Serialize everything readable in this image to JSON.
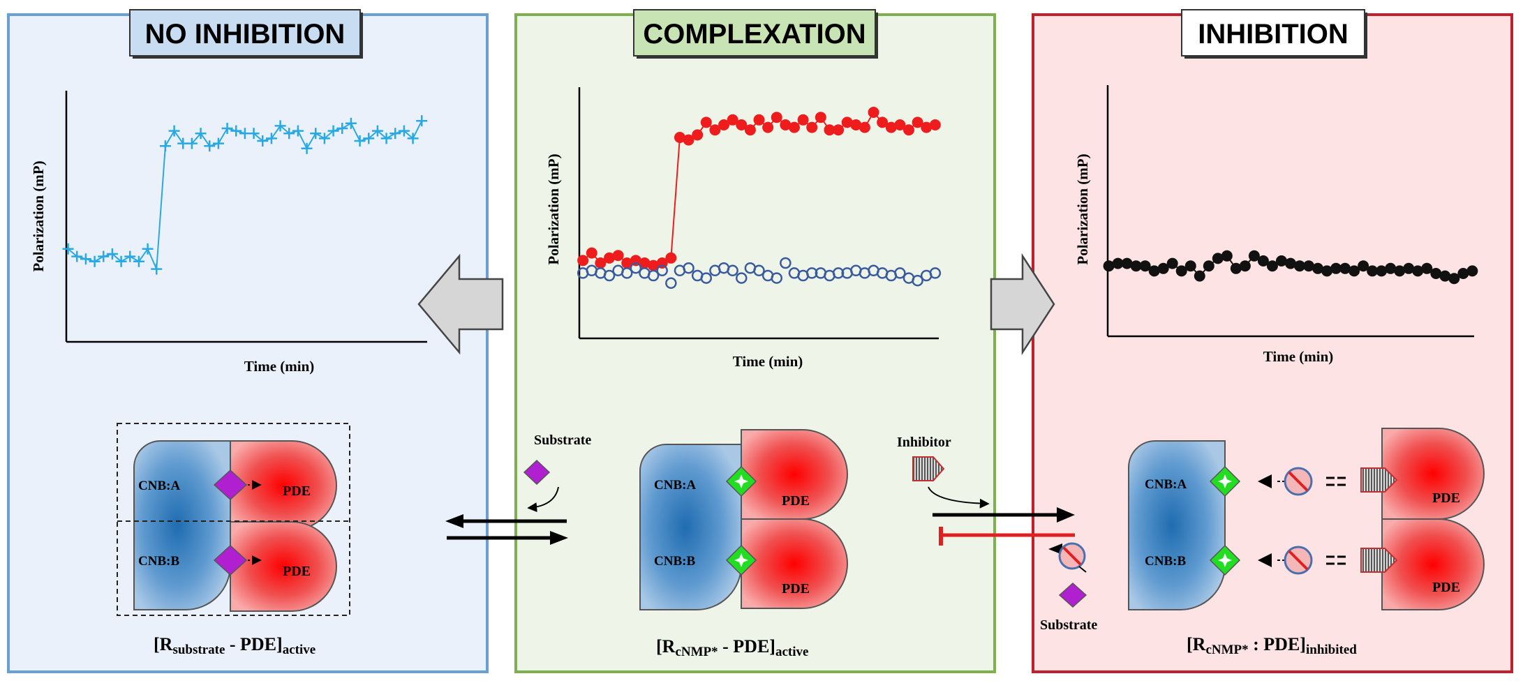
{
  "panels": {
    "left": {
      "title": "NO INHIBITION",
      "label_main": "[R",
      "label_sub1": "substrate",
      "label_mid": " - PDE]",
      "label_sub2": "active",
      "domain_a": "CNB:A",
      "domain_b": "CNB:B",
      "pde_top": "PDE",
      "pde_bottom": "PDE"
    },
    "middle": {
      "title": "COMPLEXATION",
      "substrate_label": "Substrate",
      "inhibitor_label": "Inhibitor",
      "label_main": "[R",
      "label_sub1": "cNMP*",
      "label_mid": " - PDE]",
      "label_sub2": "active",
      "domain_a": "CNB:A",
      "domain_b": "CNB:B",
      "pde_top": "PDE",
      "pde_bottom": "PDE"
    },
    "right": {
      "title": "INHIBITION",
      "substrate_label": "Substrate",
      "label_main": "[R",
      "label_sub1": "cNMP*",
      "label_mid": " : PDE]",
      "label_sub2": "inhibited",
      "domain_a": "CNB:A",
      "domain_b": "CNB:B",
      "pde_top": "PDE",
      "pde_bottom": "PDE"
    }
  },
  "colors": {
    "left_border": "#6a9fd4",
    "left_bg": "#eaf1fb",
    "left_title_bg": "#c8dcf2",
    "middle_border": "#7fb04f",
    "middle_bg": "#eef5e8",
    "middle_title_bg": "#c9e4b4",
    "right_border": "#c0202a",
    "right_bg": "#fde3e3",
    "right_title_bg": "#ffffff",
    "series_cyan": "#29a9e1",
    "series_red": "#ee1c1c",
    "series_blue": "#3a5aa0",
    "series_black": "#111111"
  },
  "chart_data": [
    {
      "type": "scatter",
      "xlabel": "Time (min)",
      "ylabel": "Polarization (mP)",
      "ylim": [
        0,
        10
      ],
      "series": [
        {
          "color": "#29a9e1",
          "marker": "plus",
          "line": true,
          "x": [
            0,
            1,
            2,
            3,
            4,
            5,
            6,
            7,
            8,
            9,
            10,
            11,
            12,
            13,
            14,
            15,
            16,
            17,
            18,
            19,
            20,
            21,
            22,
            23,
            24,
            25,
            26,
            27,
            28,
            29,
            30,
            31,
            32,
            33,
            34,
            35,
            36,
            37,
            38,
            39,
            40
          ],
          "y": [
            3.7,
            3.4,
            3.3,
            3.2,
            3.4,
            3.5,
            3.2,
            3.4,
            3.2,
            3.7,
            2.9,
            7.8,
            8.4,
            7.9,
            7.9,
            8.3,
            7.8,
            7.9,
            8.5,
            8.4,
            8.3,
            8.3,
            8.0,
            8.1,
            8.6,
            8.3,
            8.4,
            7.7,
            8.3,
            8.1,
            8.4,
            8.5,
            8.7,
            8.0,
            8.1,
            8.4,
            8.1,
            8.3,
            8.4,
            8.1,
            8.8
          ]
        }
      ]
    },
    {
      "type": "scatter",
      "xlabel": "Time (min)",
      "ylabel": "Polarization (mP)",
      "ylim": [
        0,
        10
      ],
      "series": [
        {
          "color": "#ee1c1c",
          "marker": "filled-circle",
          "line": true,
          "x": [
            0,
            1,
            2,
            3,
            4,
            5,
            6,
            7,
            8,
            9,
            10,
            11,
            12,
            13,
            14,
            15,
            16,
            17,
            18,
            19,
            20,
            21,
            22,
            23,
            24,
            25,
            26,
            27,
            28,
            29,
            30,
            31,
            32,
            33,
            34,
            35,
            36,
            37,
            38,
            39,
            40
          ],
          "y": [
            3.1,
            3.4,
            3.0,
            3.2,
            3.3,
            3.0,
            3.1,
            3.0,
            2.9,
            3.0,
            3.2,
            8.0,
            7.9,
            8.1,
            8.6,
            8.3,
            8.5,
            8.7,
            8.5,
            8.3,
            8.7,
            8.4,
            8.8,
            8.5,
            8.4,
            8.7,
            8.4,
            8.8,
            8.3,
            8.3,
            8.6,
            8.5,
            8.4,
            9.0,
            8.6,
            8.4,
            8.5,
            8.3,
            8.6,
            8.4,
            8.5
          ]
        },
        {
          "color": "#3a5aa0",
          "marker": "open-circle",
          "line": false,
          "x": [
            0,
            1,
            2,
            3,
            4,
            5,
            6,
            7,
            8,
            9,
            10,
            11,
            12,
            13,
            14,
            15,
            16,
            17,
            18,
            19,
            20,
            21,
            22,
            23,
            24,
            25,
            26,
            27,
            28,
            29,
            30,
            31,
            32,
            33,
            34,
            35,
            36,
            37,
            38,
            39,
            40
          ],
          "y": [
            2.6,
            2.7,
            2.6,
            2.5,
            2.7,
            2.6,
            2.8,
            2.6,
            2.5,
            2.7,
            2.2,
            2.7,
            2.8,
            2.5,
            2.4,
            2.7,
            2.8,
            2.7,
            2.4,
            2.8,
            2.7,
            2.5,
            2.4,
            3.0,
            2.6,
            2.5,
            2.6,
            2.6,
            2.5,
            2.6,
            2.6,
            2.7,
            2.6,
            2.7,
            2.6,
            2.5,
            2.6,
            2.4,
            2.3,
            2.5,
            2.6
          ]
        }
      ]
    },
    {
      "type": "scatter",
      "xlabel": "Time (min)",
      "ylabel": "Polarization (mP)",
      "ylim": [
        0,
        10
      ],
      "series": [
        {
          "color": "#111111",
          "marker": "filled-circle",
          "line": true,
          "x": [
            0,
            1,
            2,
            3,
            4,
            5,
            6,
            7,
            8,
            9,
            10,
            11,
            12,
            13,
            14,
            15,
            16,
            17,
            18,
            19,
            20,
            21,
            22,
            23,
            24,
            25,
            26,
            27,
            28,
            29,
            30,
            31,
            32,
            33,
            34,
            35,
            36,
            37,
            38,
            39,
            40
          ],
          "y": [
            2.8,
            2.9,
            2.9,
            2.8,
            2.8,
            2.6,
            2.7,
            2.9,
            2.6,
            2.8,
            2.4,
            2.8,
            3.1,
            3.2,
            2.7,
            2.8,
            3.2,
            3.0,
            2.8,
            3.0,
            2.9,
            2.8,
            2.8,
            2.7,
            2.6,
            2.7,
            2.7,
            2.6,
            2.8,
            2.6,
            2.6,
            2.7,
            2.6,
            2.7,
            2.6,
            2.7,
            2.5,
            2.4,
            2.3,
            2.5,
            2.6
          ]
        }
      ]
    }
  ]
}
